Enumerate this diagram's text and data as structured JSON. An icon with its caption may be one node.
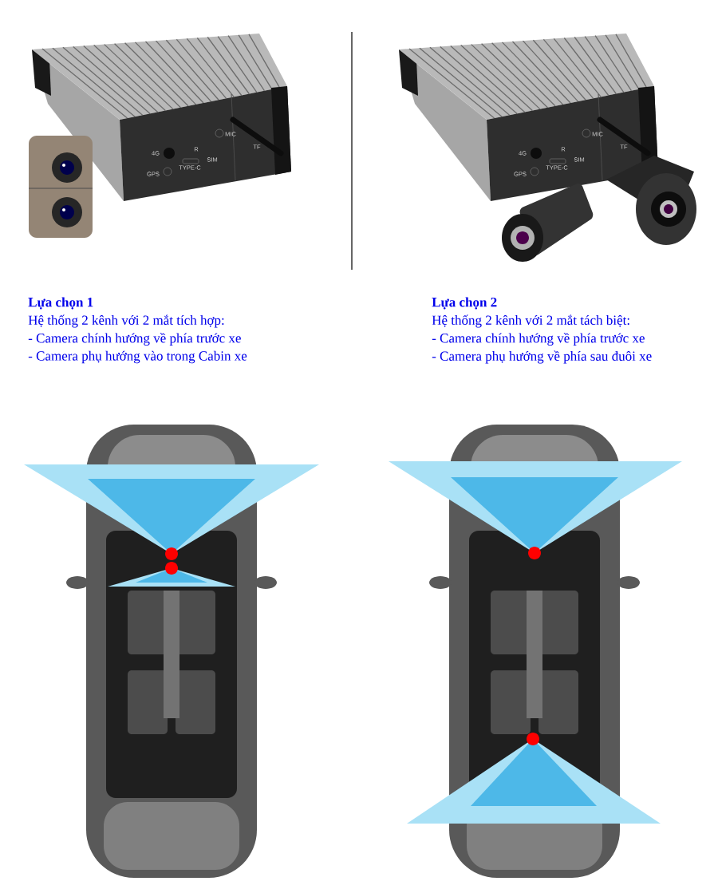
{
  "diagram": {
    "labels": [
      "4G",
      "GPS",
      "TYPE-C",
      "R",
      "SIM",
      "MIC",
      "TF",
      "4G",
      "GPS",
      "TYPE-C",
      "R",
      "SIM",
      "MIC",
      "TF",
      "**Lựa chọn 1**",
      "Hệ thống 2 kênh với 2 mắt tích hợp:",
      "- Camera chính hướng về phía trước xe",
      "- Camera phụ hướng vào trong Cabin xe",
      "**Lựa chọn 2**",
      "Hệ thống 2 kênh với 2 mắt tách biệt:",
      "- Camera chính hướng về phía trước xe",
      "- Camera phụ hướng về phía sau đuôi xe"
    ]
  }
}
